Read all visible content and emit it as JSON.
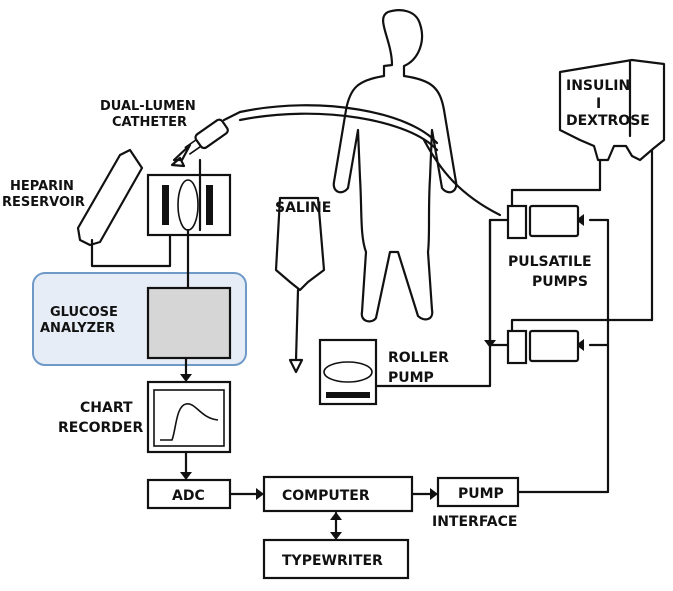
{
  "labels": {
    "dual_lumen_catheter": [
      "DUAL-LUMEN",
      "CATHETER"
    ],
    "heparin_reservoir": [
      "HEPARIN",
      "RESERVOIR"
    ],
    "saline": "SALINE",
    "glucose_analyzer": [
      "GLUCOSE",
      "ANALYZER"
    ],
    "chart_recorder": [
      "CHART",
      "RECORDER"
    ],
    "roller_pump": [
      "ROLLER",
      "PUMP"
    ],
    "insulin": "INSULIN",
    "dextrose": "DEXTROSE",
    "pulsatile_pumps": [
      "PULSATILE",
      "PUMPS"
    ],
    "adc": "ADC",
    "computer": "COMPUTER",
    "typewriter": "TYPEWRITER",
    "pump_interface": [
      "PUMP",
      "INTERFACE"
    ]
  },
  "colors": {
    "line": "#111111",
    "highlight_fill": "#e7edf7",
    "highlight_border": "#6f9ac8",
    "analyzer_fill": "#d6d6d6"
  }
}
